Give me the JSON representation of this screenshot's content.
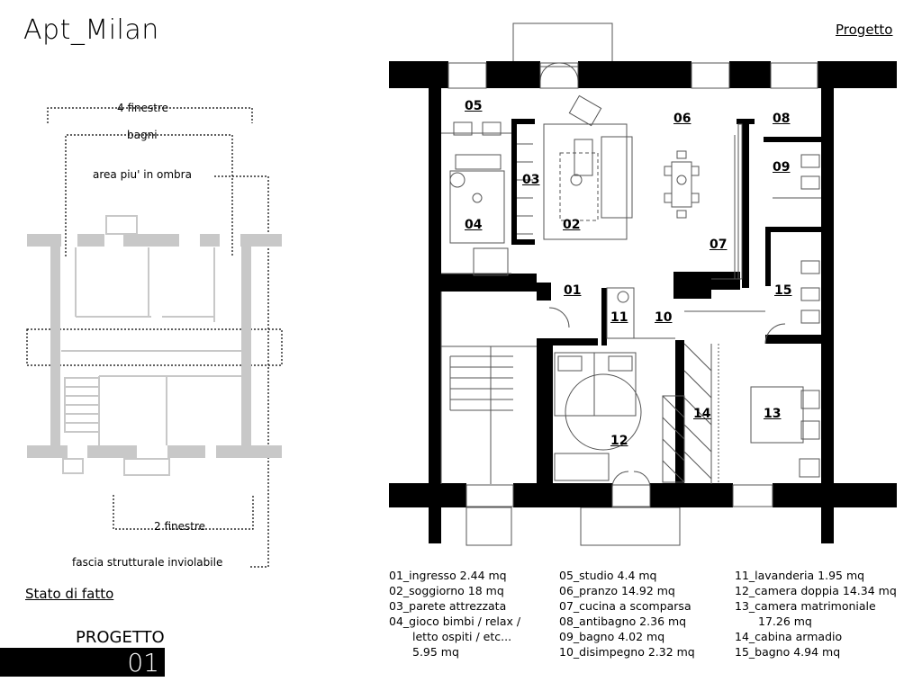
{
  "header": {
    "title": "Apt_Milan",
    "right_label": "Progetto"
  },
  "left_panel": {
    "notes": {
      "finestre4": "4 finestre",
      "bagni": "bagni",
      "ombra": "area piu' in ombra",
      "finestre2": "2 finestre",
      "fascia": "fascia strutturale inviolabile"
    },
    "stato": "Stato di fatto"
  },
  "footer": {
    "progetto_label": "PROGETTO",
    "progetto_number": "01"
  },
  "room_labels": {
    "r01": "01",
    "r02": "02",
    "r03": "03",
    "r04": "04",
    "r05": "05",
    "r06": "06",
    "r07": "07",
    "r08": "08",
    "r09": "09",
    "r10": "10",
    "r11": "11",
    "r12": "12",
    "r13": "13",
    "r14": "14",
    "r15": "15"
  },
  "legend": {
    "col1": [
      "01_ingresso 2.44 mq",
      "02_soggiorno 18 mq",
      "03_parete attrezzata",
      "04_gioco bimbi / relax /",
      "letto ospiti / etc...",
      "5.95 mq"
    ],
    "col2": [
      "05_studio 4.4 mq",
      "06_pranzo 14.92 mq",
      "07_cucina a scomparsa",
      "08_antibagno 2.36 mq",
      "09_bagno 4.02 mq",
      "10_disimpegno 2.32 mq"
    ],
    "col3": [
      "11_lavanderia 1.95 mq",
      "12_camera doppia 14.34 mq",
      "13_camera matrimoniale",
      "17.26 mq",
      "14_cabina armadio",
      "15_bagno 4.94 mq"
    ]
  },
  "colors": {
    "wall": "#000000",
    "existing_plan": "#c8c8c8",
    "line": "#555555"
  }
}
